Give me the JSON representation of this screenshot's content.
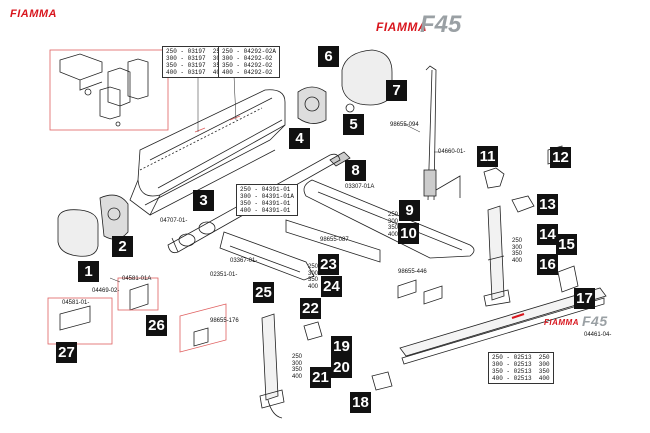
{
  "header": {
    "brand_left": "FIAMMA",
    "brand_center": "FIAMMA",
    "model": "F45"
  },
  "tables": {
    "t1": [
      "250 - 03197  250",
      "300 - 03197  300",
      "350 - 03197  350",
      "400 - 03197  400"
    ],
    "t2": [
      "250 - 04292-02A",
      "300 - 04292-02",
      "350 - 04292-02",
      "400 - 04292-02"
    ],
    "t3": [
      "250 - 04391-01",
      "300 - 04391-01A",
      "350 - 04391-01",
      "400 - 04391-01"
    ],
    "t4": [
      "250 - 02513  250",
      "300 - 02513  300",
      "350 - 02513  350",
      "400 - 02513  400"
    ]
  },
  "callouts": [
    "1",
    "2",
    "3",
    "4",
    "5",
    "6",
    "7",
    "8",
    "9",
    "10",
    "11",
    "12",
    "13",
    "14",
    "15",
    "16",
    "17",
    "18",
    "19",
    "20",
    "21",
    "22",
    "23",
    "24",
    "25",
    "26",
    "27"
  ],
  "refs": {
    "r98655_094": "98655-094",
    "r04660": "04660-01-",
    "r03307": "03307-01A",
    "r04707": "04707-01-",
    "r98655_087": "98655-087",
    "r03367": "03367-01-",
    "r02351": "02351-01-",
    "r04581a": "04581-01A",
    "r04469": "04469-02-",
    "r04581": "04581-01-",
    "r98655_176": "98655-176",
    "r98655_446": "98655-446",
    "r04461": "04461-04-"
  },
  "sizes": {
    "s1": [
      "250",
      "300",
      "350",
      "400"
    ],
    "s2": [
      "250",
      "300",
      "350",
      "400"
    ],
    "s3": [
      "250",
      "300",
      "350",
      "400"
    ],
    "s4": [
      "250",
      "300",
      "350",
      "400"
    ]
  },
  "rail_logo": "FIAMMA",
  "rail_model": "F45"
}
